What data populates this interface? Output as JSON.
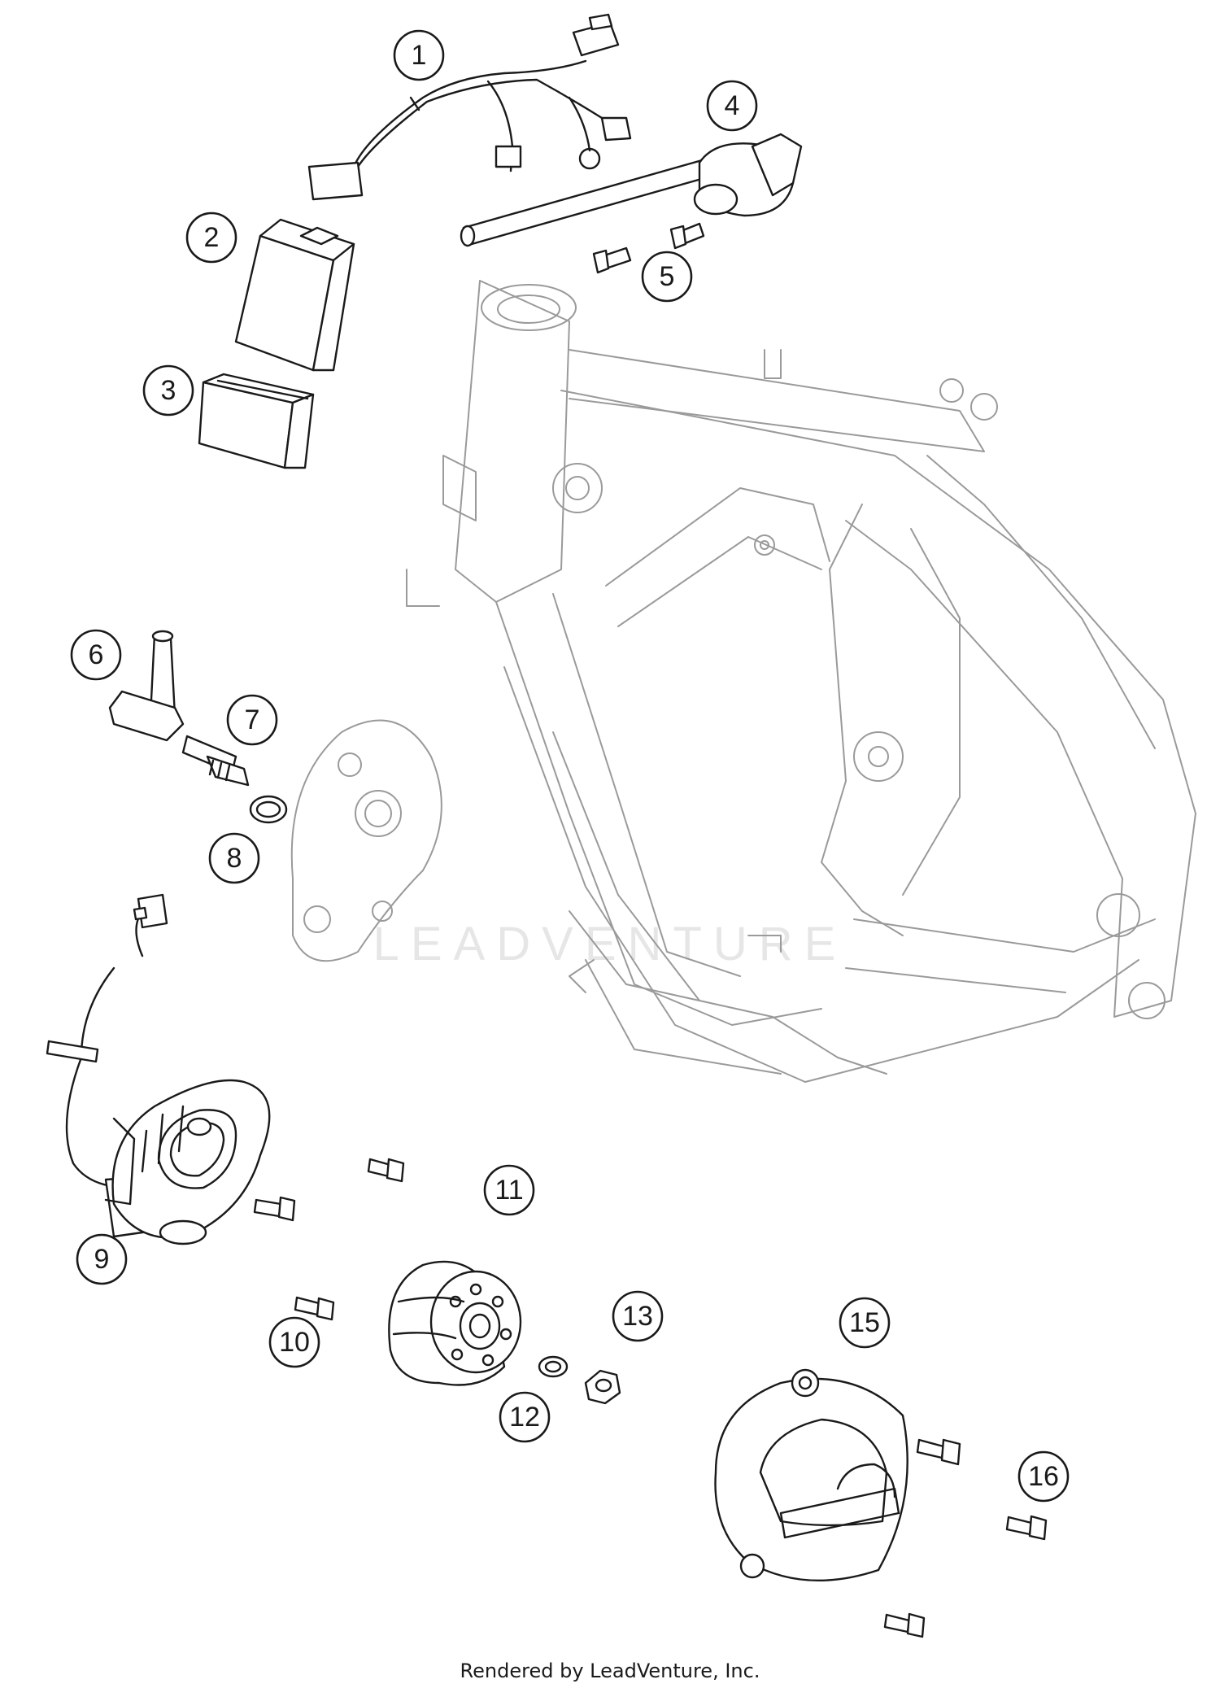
{
  "callouts": [
    "1",
    "2",
    "3",
    "4",
    "5",
    "6",
    "7",
    "8",
    "9",
    "10",
    "11",
    "12",
    "13",
    "15",
    "16"
  ],
  "watermark": "LEADVENTURE",
  "footer": "Rendered by LeadVenture, Inc.",
  "colors": {
    "line": "#1a1a1a",
    "context_line": "#9a9a9a",
    "watermark": "#e6e6e6"
  }
}
